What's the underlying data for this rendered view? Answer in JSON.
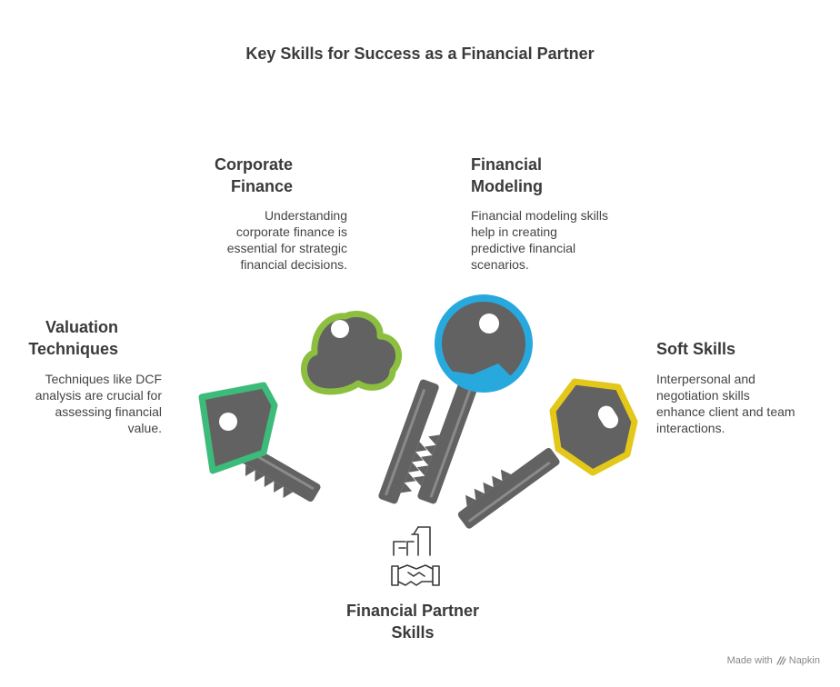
{
  "title": "Key Skills for Success as a Financial Partner",
  "center": {
    "label": "Financial Partner\nSkills",
    "icon": "handshake-buildings-icon"
  },
  "skills": [
    {
      "id": "valuation",
      "heading": "Valuation\nTechniques",
      "description": "Techniques like DCF\nanalysis are crucial for\nassessing financial\nvalue.",
      "color": "#3dbb7a",
      "key_shape": "pentagon"
    },
    {
      "id": "corporate",
      "heading": "Corporate\nFinance",
      "description": "Understanding\ncorporate finance is\nessential for strategic\nfinancial decisions.",
      "color": "#8cbf3f",
      "key_shape": "cloud"
    },
    {
      "id": "modeling",
      "heading": "Financial\nModeling",
      "description": "Financial modeling skills\nhelp in creating\npredictive financial\nscenarios.",
      "color": "#27a9de",
      "key_shape": "circle"
    },
    {
      "id": "soft",
      "heading": "Soft Skills",
      "description": "Interpersonal and\nnegotiation skills\nenhance client and team\ninteractions.",
      "color": "#e3c81a",
      "key_shape": "hexagon"
    }
  ],
  "footer": {
    "made_with": "Made with",
    "brand": "Napkin",
    "icon": "napkin-logo-icon"
  }
}
